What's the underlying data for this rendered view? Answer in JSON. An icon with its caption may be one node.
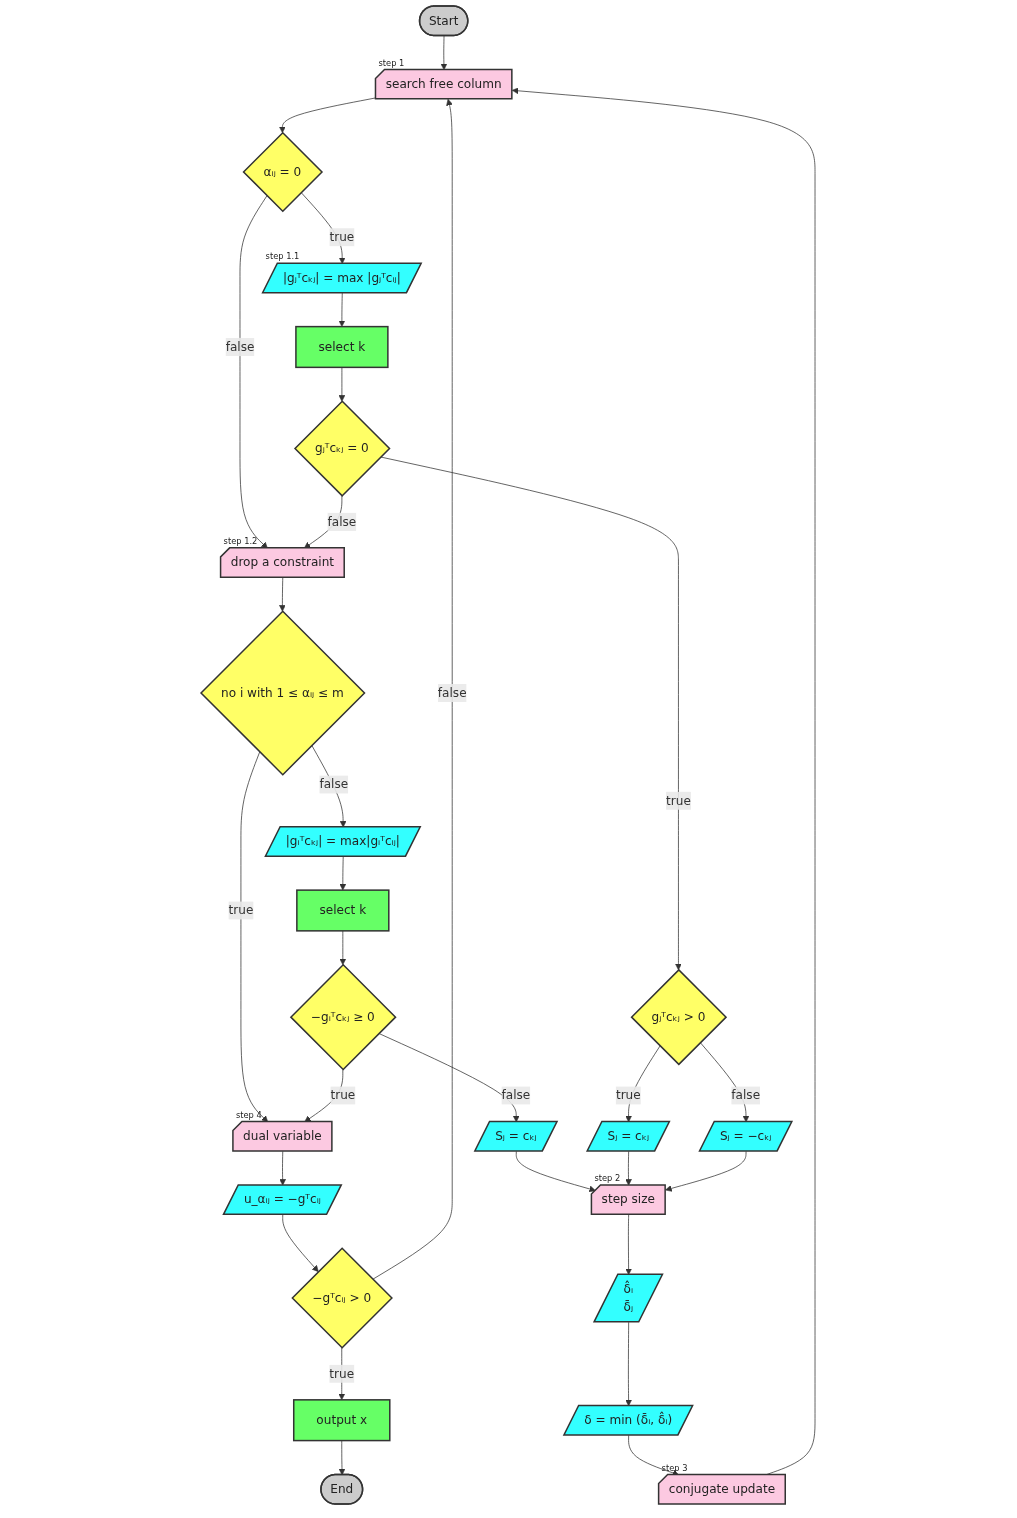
{
  "diagram": {
    "nodes": [
      {
        "text": [
          "Start"
        ]
      },
      {
        "text": [
          "search free column"
        ],
        "beside": [
          "step 1"
        ]
      },
      {
        "text": [
          "αᵢⱼ = 0"
        ]
      },
      {
        "text": [
          "|gⱼᵀcₖⱼ| = max |gⱼᵀcᵢⱼ|"
        ],
        "beside": [
          "step 1.1"
        ]
      },
      {
        "text": [
          "select k"
        ]
      },
      {
        "text": [
          "gⱼᵀcₖⱼ = 0"
        ]
      },
      {
        "text": [
          "drop a constraint"
        ],
        "beside": [
          "step 1.2"
        ]
      },
      {
        "text": [
          "no i with 1 ≤ αᵢⱼ ≤ m"
        ]
      },
      {
        "text": [
          "|gᵢᵀcₖⱼ| = max|gᵢᵀcᵢⱼ|"
        ]
      },
      {
        "text": [
          "gⱼᵀcₖⱼ > 0"
        ]
      },
      {
        "text": [
          "select k"
        ]
      },
      {
        "text": [
          "Sⱼ = −cₖⱼ"
        ]
      },
      {
        "text": [
          "−gᵢᵀcₖⱼ ≥ 0"
        ]
      },
      {
        "text": [
          "Sⱼ = cₖⱼ"
        ]
      },
      {
        "text": [
          "Sⱼ = cₖⱼ"
        ]
      },
      {
        "text": [
          "step size"
        ],
        "beside": [
          "step 2"
        ]
      },
      {
        "text": [
          "δ̂ᵢ",
          "δ̄ⱼ"
        ]
      },
      {
        "text": [
          "δ = min (δ̄ᵢ, δ̂ᵢ)"
        ]
      },
      {
        "text": [
          "conjugate update"
        ],
        "beside": [
          "step 3"
        ]
      },
      {
        "text": [
          "dual variable"
        ],
        "beside": [
          "step 4"
        ]
      },
      {
        "text": [
          "u_αᵢⱼ = −gᵀcᵢⱼ"
        ]
      },
      {
        "text": [
          "−gᵀcᵢⱼ > 0"
        ]
      },
      {
        "text": [
          "output x"
        ]
      },
      {
        "text": [
          "End"
        ]
      }
    ],
    "edges": [
      {
        "from": 0,
        "to": 1,
        "arrow": "to"
      },
      {
        "from": 1,
        "to": 2,
        "arrow": "to"
      },
      {
        "from": 2,
        "to": 3,
        "arrow": "to",
        "label": "true"
      },
      {
        "from": 2,
        "to": 6,
        "arrow": "to",
        "label": "false"
      },
      {
        "from": 3,
        "to": 4,
        "arrow": "to"
      },
      {
        "from": 4,
        "to": 5,
        "arrow": "to"
      },
      {
        "from": 5,
        "to": 6,
        "arrow": "to",
        "label": "false"
      },
      {
        "from": 5,
        "to": 9,
        "arrow": "to",
        "label": "true"
      },
      {
        "from": 6,
        "to": 7,
        "arrow": "to"
      },
      {
        "from": 7,
        "to": 8,
        "arrow": "to",
        "label": "false"
      },
      {
        "from": 7,
        "to": 19,
        "arrow": "to",
        "label": "true"
      },
      {
        "from": 9,
        "to": 14,
        "arrow": "to",
        "label": "true"
      },
      {
        "from": 9,
        "to": 11,
        "arrow": "to",
        "label": "false"
      },
      {
        "from": 8,
        "to": 10,
        "arrow": "to"
      },
      {
        "from": 10,
        "to": 12,
        "arrow": "to"
      },
      {
        "from": 12,
        "to": 19,
        "arrow": "to",
        "label": "true"
      },
      {
        "from": 12,
        "to": 13,
        "arrow": "to",
        "label": "false"
      },
      {
        "from": 13,
        "to": 15,
        "arrow": "to"
      },
      {
        "from": 14,
        "to": 15,
        "arrow": "to"
      },
      {
        "from": 11,
        "to": 15,
        "arrow": "to"
      },
      {
        "from": 15,
        "to": 16,
        "arrow": "to"
      },
      {
        "from": 16,
        "to": 17,
        "arrow": "to"
      },
      {
        "from": 17,
        "to": 18,
        "arrow": "to"
      },
      {
        "from": 18,
        "to": 1,
        "arrow": "to"
      },
      {
        "from": 19,
        "to": 20,
        "arrow": "to"
      },
      {
        "from": 20,
        "to": 21,
        "arrow": "to"
      },
      {
        "from": 21,
        "to": 1,
        "arrow": "to",
        "label": "false"
      },
      {
        "from": 21,
        "to": 22,
        "arrow": "to",
        "label": "true"
      },
      {
        "from": 22,
        "to": 23,
        "arrow": "to"
      }
    ]
  }
}
